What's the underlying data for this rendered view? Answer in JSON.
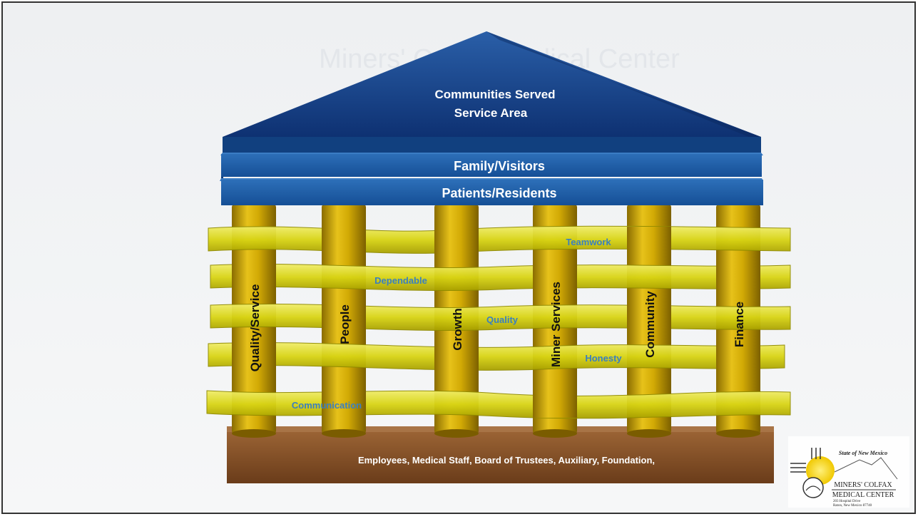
{
  "roof": {
    "line1": "Communities Served",
    "line2": "Service Area"
  },
  "beams": {
    "upper": "Family/Visitors",
    "lower": "Patients/Residents"
  },
  "pillars": [
    {
      "label": "Quality/Service"
    },
    {
      "label": "People"
    },
    {
      "label": "Growth"
    },
    {
      "label": "Miner Services"
    },
    {
      "label": "Community"
    },
    {
      "label": "Finance"
    }
  ],
  "values": [
    {
      "label": "Teamwork"
    },
    {
      "label": "Dependable"
    },
    {
      "label": "Quality"
    },
    {
      "label": "Honesty"
    },
    {
      "label": "Communication"
    }
  ],
  "foundation": {
    "label": "Employees, Medical Staff,  Board of Trustees,  Auxiliary,  Foundation,"
  },
  "background_title": "Miners' Colfax Medical Center",
  "logo": {
    "state": "State of New Mexico",
    "name1": "MINERS' COLFAX",
    "name2": "MEDICAL CENTER",
    "address1": "203 Hospital Drive",
    "address2": "Raton, New Mexico  87740"
  },
  "colors": {
    "roof": "#123f86",
    "beam": "#1a5ea8",
    "pillar": "#c9a200",
    "band": "#d8d414",
    "foundation": "#7a4a24",
    "value_text": "#3a7fc0"
  }
}
